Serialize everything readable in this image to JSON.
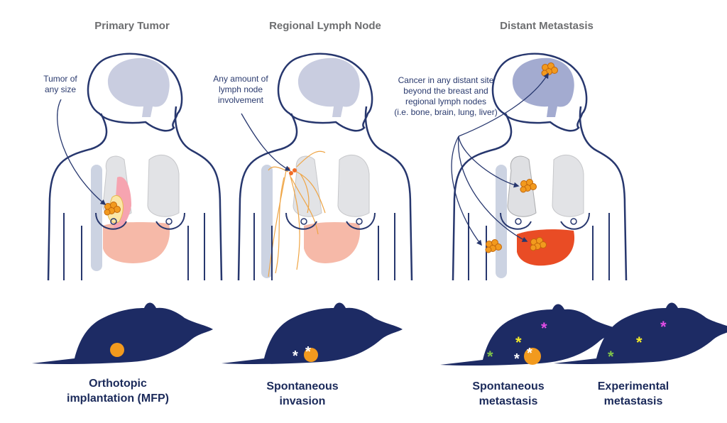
{
  "headers": {
    "primary": "Primary Tumor",
    "lymph": "Regional Lymph Node",
    "distant": "Distant Metastasis"
  },
  "annotations": {
    "primary": [
      "Tumor of",
      "any size"
    ],
    "lymph": [
      "Any amount of",
      "lymph node",
      "involvement"
    ],
    "distant": [
      "Cancer in any distant site",
      "beyond the breast and",
      "regional lymph nodes",
      "(i.e. bone, brain, lung, liver)"
    ]
  },
  "captions": {
    "orthotopic": [
      "Orthotopic",
      "implantation (MFP)"
    ],
    "spontaneous_invasion": [
      "Spontaneous",
      "invasion"
    ],
    "spontaneous_metastasis": [
      "Spontaneous",
      "metastasis"
    ],
    "experimental_metastasis": [
      "Experimental",
      "metastasis"
    ]
  },
  "colors": {
    "outline": "#27376e",
    "brain": "#c9cde0",
    "lung": "#e2e3e6",
    "bone": "#ccd3e2",
    "liver_light": "#f6b9a8",
    "liver_bright": "#e94c25",
    "breast": "#f6a4b0",
    "tumor": "#f29a1e",
    "mouse": "#1d2b64",
    "star_yellow": "#f2ea2a",
    "star_magenta": "#e24de6",
    "star_green": "#7fc24a",
    "star_white": "#ffffff"
  }
}
